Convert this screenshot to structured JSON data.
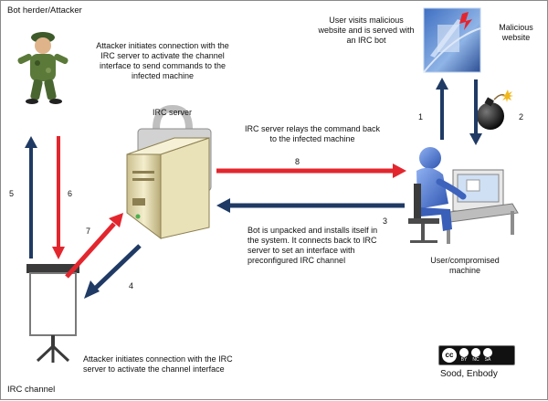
{
  "labels": {
    "bot_herder": "Bot herder/Attacker",
    "attacker_top": "Attacker initiates connection with the IRC server to activate the channel interface to send commands to the infected machine",
    "user_visits": "User visits malicious website and is served with an IRC bot",
    "malicious_site": "Malicious website",
    "irc_server": "IRC server",
    "relays": "IRC server relays the command back to the infected machine",
    "unpacked": "Bot is unpacked and installs itself in the system. It connects back to IRC server to set an interface with preconfigured IRC channel",
    "user_compromised": "User/compromised machine",
    "attacker_bottom": "Attacker initiates connection with the IRC server to activate the channel interface",
    "irc_channel": "IRC channel",
    "credit": "Sood, Enbody"
  },
  "steps": {
    "s1": "1",
    "s2": "2",
    "s3": "3",
    "s4": "4",
    "s5": "5",
    "s6": "6",
    "s7": "7",
    "s8": "8"
  },
  "license": {
    "cc": "cc",
    "by": "BY",
    "nc": "NC",
    "sa": "SA"
  },
  "colors": {
    "red_arrow": "#e3262e",
    "blue_arrow": "#1f3a64",
    "user_figure": "#4a70c8"
  }
}
